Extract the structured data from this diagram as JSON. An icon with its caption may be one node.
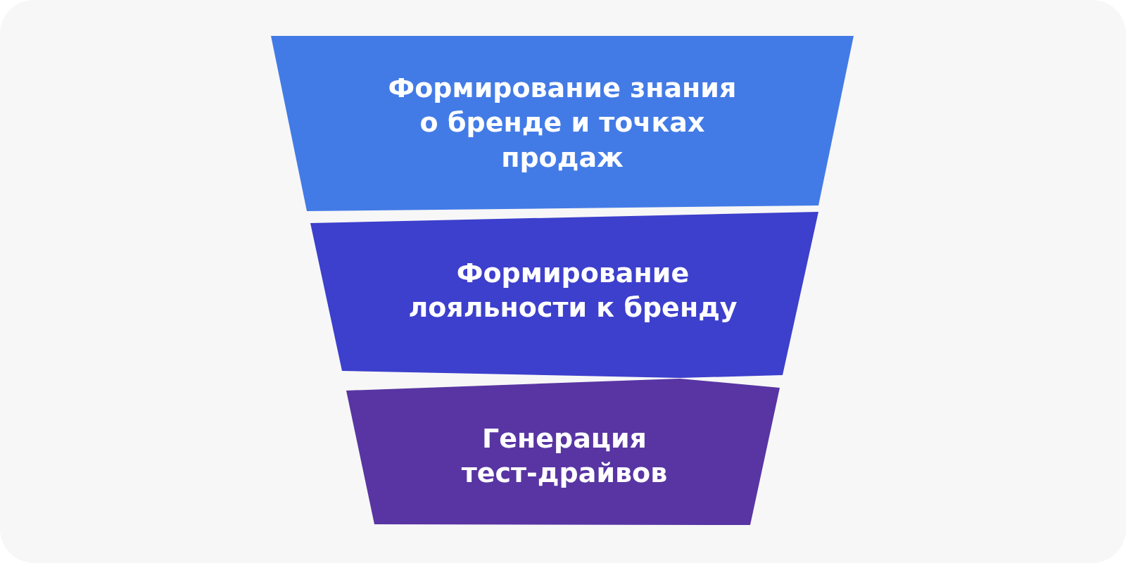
{
  "diagram": {
    "nodes": [
      {
        "text": [
          "Формирование знания о бренде и точках продаж"
        ]
      },
      {
        "text": [
          "Формирование лояльности к бренду"
        ]
      },
      {
        "text": [
          "Генерация тест-драйвов"
        ]
      }
    ]
  }
}
